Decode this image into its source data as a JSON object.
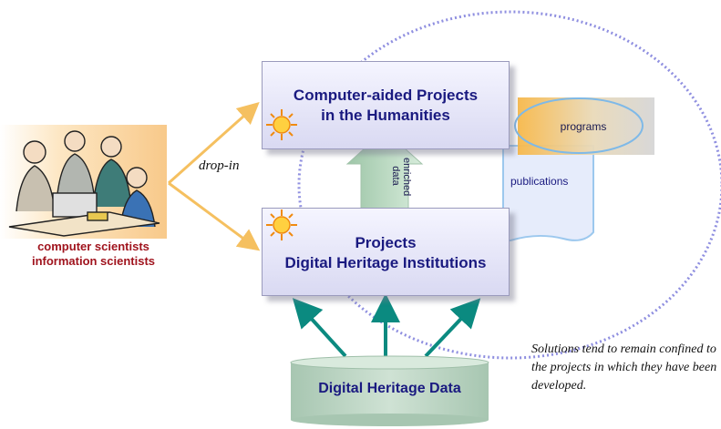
{
  "people": {
    "caption_line1": "computer scientists",
    "caption_line2": "information scientists"
  },
  "drop_in_label": "drop-in",
  "top_box": {
    "title_line1": "Computer-aided Projects",
    "title_line2": "in the Humanities"
  },
  "bottom_box": {
    "title_line1": "Projects",
    "title_line2": "Digital Heritage Institutions"
  },
  "enriched_label": {
    "line1": "enriched",
    "line2": "data"
  },
  "programs_label": "programs",
  "publications_label": "publications",
  "data_label": "Digital Heritage Data",
  "note_text": "Solutions tend to remain confined to the projects in which they have been developed.",
  "colors": {
    "box_text": "#1a1a80",
    "caption_red": "#a0141e",
    "arrow_orange": "#f5c060",
    "arrow_teal": "#0b8a80",
    "dotted_ellipse": "#8f8fe0",
    "cylinder": "#b5cfc0"
  },
  "icons": [
    "people-illustration",
    "sun-icon",
    "arrow-up-icon"
  ]
}
